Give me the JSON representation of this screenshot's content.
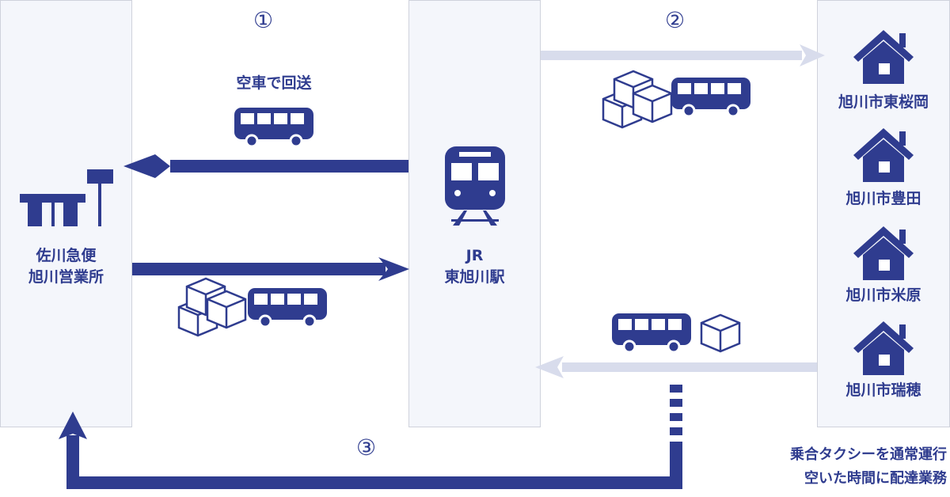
{
  "office": {
    "line1": "佐川急便",
    "line2": "旭川営業所"
  },
  "station": {
    "line1": "JR",
    "line2": "東旭川駅"
  },
  "destinations": [
    "旭川市東桜岡",
    "旭川市豊田",
    "旭川市米原",
    "旭川市瑞穂"
  ],
  "steps": [
    "①",
    "②",
    "③"
  ],
  "empty_return_label": "空車で回送",
  "note": {
    "line1": "乗合タクシーを通常運行",
    "line2": "空いた時間に配達業務"
  },
  "colors": {
    "primary": "#2f3c8f",
    "light_arrow": "#d8dcec",
    "panel": "#f4f6fb"
  }
}
